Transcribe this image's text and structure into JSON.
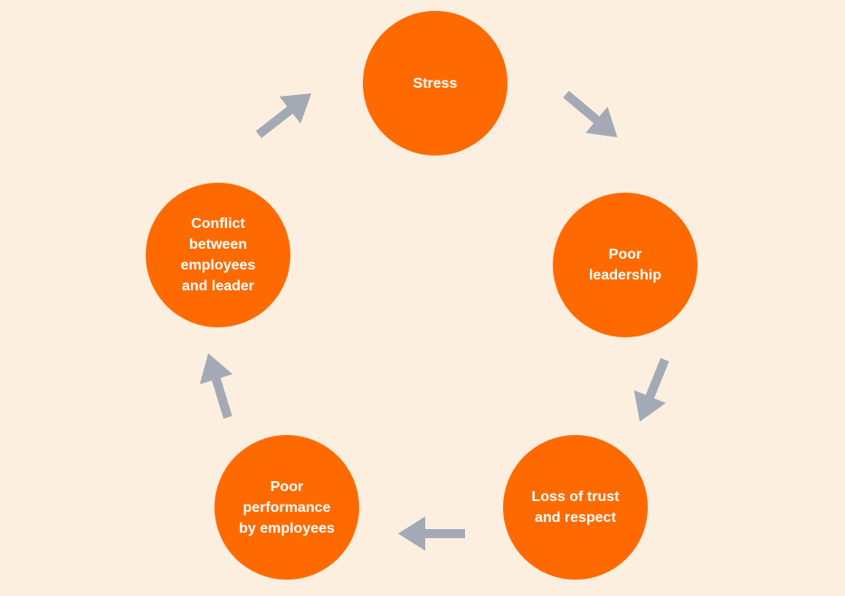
{
  "diagram": {
    "background_color": "#fdefdf",
    "node_color": "#ff6a00",
    "arrow_color": "#a3aab5",
    "nodes": [
      {
        "id": "stress",
        "label": "Stress"
      },
      {
        "id": "poor-leadership",
        "label": "Poor\nleadership"
      },
      {
        "id": "loss-of-trust",
        "label": "Loss of trust\nand respect"
      },
      {
        "id": "poor-performance",
        "label": "Poor\nperformance\nby employees"
      },
      {
        "id": "conflict",
        "label": "Conflict\nbetween\nemployees\nand leader"
      }
    ]
  }
}
